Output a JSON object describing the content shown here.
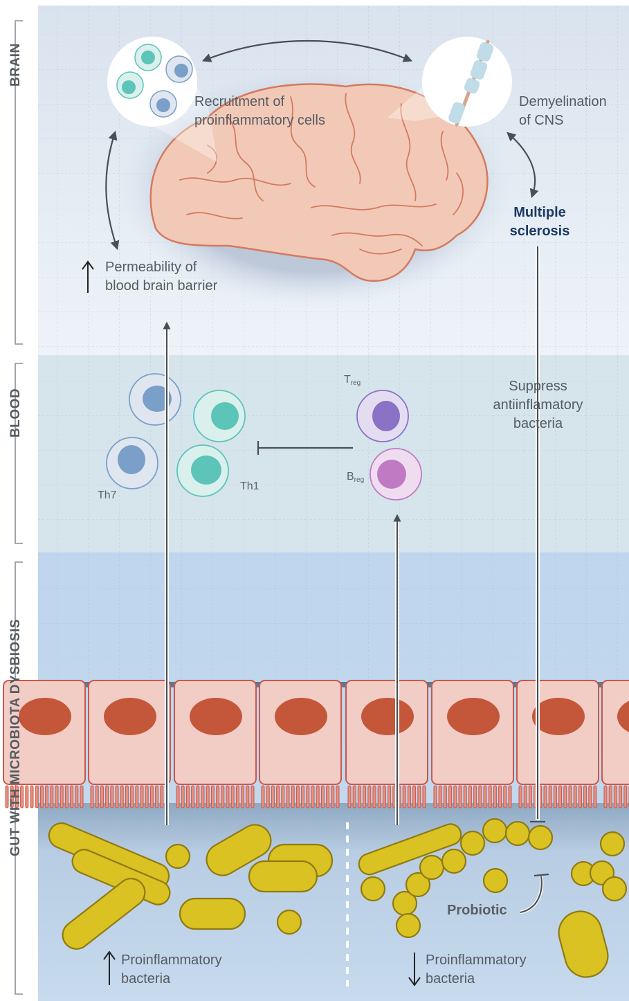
{
  "sections": {
    "brain": "BRAIN",
    "blood": "BLOOD",
    "gut": "GUT WITH MICROBIOTA DYSBIOSIS"
  },
  "brain": {
    "recruitment": [
      "Recruitment of",
      "proinflammatory cells"
    ],
    "demyelination": [
      "Demyelination",
      "of CNS"
    ],
    "ms": [
      "Multiple",
      "sclerosis"
    ],
    "bbb": [
      "Permeability of",
      "blood brain barrier"
    ]
  },
  "blood": {
    "suppress": [
      "Suppress",
      "antiinflamatory",
      "bacteria"
    ],
    "th7": "Th7",
    "th1": "Th1",
    "treg_main": "T",
    "treg_sub": "reg",
    "breg_main": "B",
    "breg_sub": "reg"
  },
  "gut": {
    "left": [
      "Proinflammatory",
      "bacteria"
    ],
    "right": [
      "Proinflammatory",
      "bacteria"
    ],
    "probiotic": "Probiotic"
  },
  "colors": {
    "brain_fill": "#f2c9b6",
    "brain_stroke": "#d37a5f",
    "epithelium": "#f1cdc6",
    "nucleus": "#c4573a",
    "bacteria": "#d9c222",
    "bacteria_stroke": "#8f7a12",
    "t_cell": "#7a9fc8",
    "th1_cell": "#5cc4b9",
    "treg_cell": "#8a72c6",
    "breg_cell": "#c07ac4",
    "ms_text": "#1b3a63"
  }
}
